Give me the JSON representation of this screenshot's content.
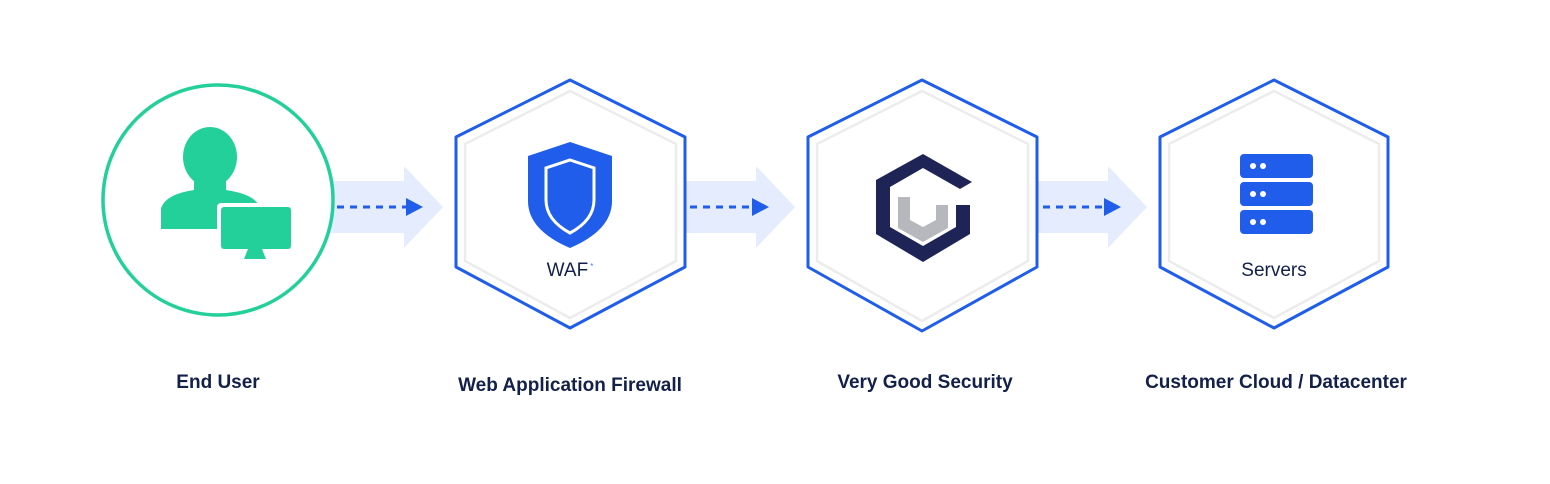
{
  "nodes": {
    "end_user": {
      "label": "End User",
      "icon": "user-computer-icon",
      "color": "#24d09a"
    },
    "waf": {
      "label": "Web Application Firewall",
      "inner_label": "WAF",
      "inner_mark": "*",
      "icon": "shield-icon"
    },
    "vgs": {
      "label": "Very Good Security",
      "icon": "vgs-logo-icon"
    },
    "customer": {
      "label": "Customer Cloud / Datacenter",
      "inner_label": "Servers",
      "icon": "servers-icon"
    }
  },
  "colors": {
    "accent_blue": "#1f5dea",
    "arrow_fill": "#e4ecfd",
    "label_text": "#13204a",
    "hex_inner_gray": "#ececec",
    "vgs_navy": "#1e2456",
    "vgs_gray": "#b6b8bd"
  }
}
